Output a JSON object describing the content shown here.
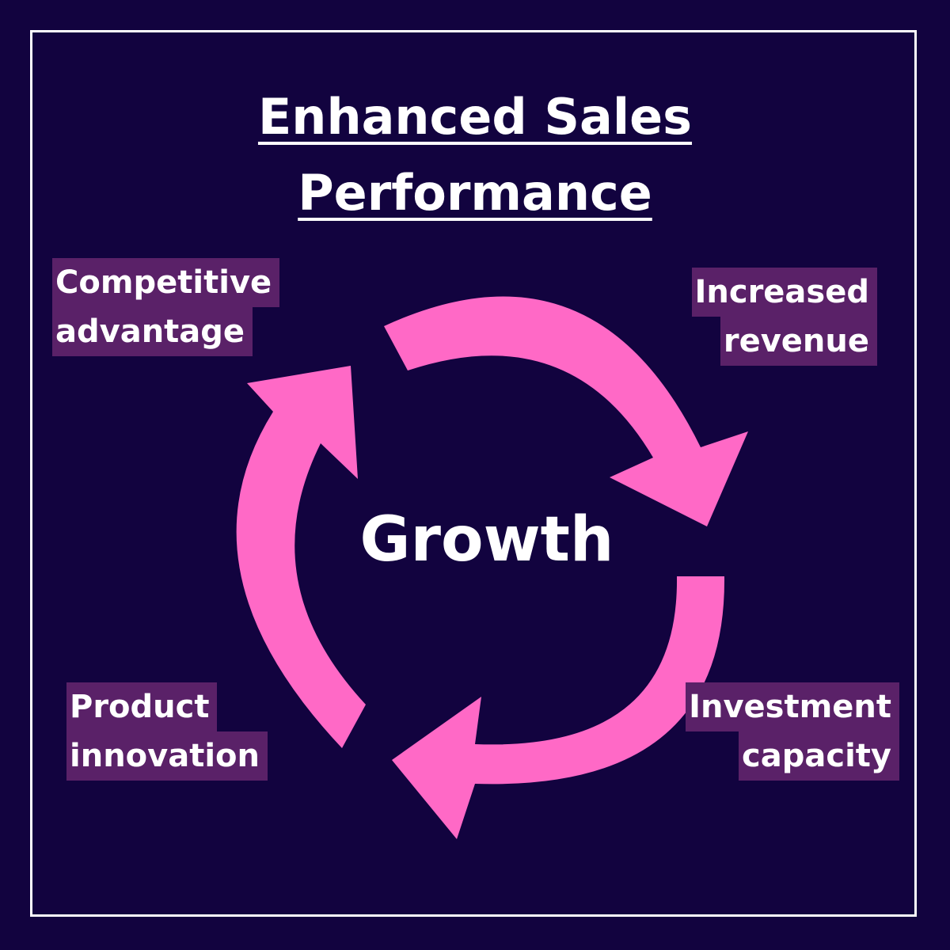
{
  "title": {
    "line1": "Enhanced Sales",
    "line2": "Performance"
  },
  "center": "Growth",
  "labels": {
    "competitive": [
      "Competitive",
      "advantage"
    ],
    "revenue": [
      "Increased",
      "revenue"
    ],
    "product": [
      "Product",
      "innovation"
    ],
    "investment": [
      "Investment",
      "capacity"
    ]
  },
  "colors": {
    "background": "#12033f",
    "arrow": "#ff69c6",
    "label_bg": "#5a2168",
    "text": "#ffffff"
  }
}
